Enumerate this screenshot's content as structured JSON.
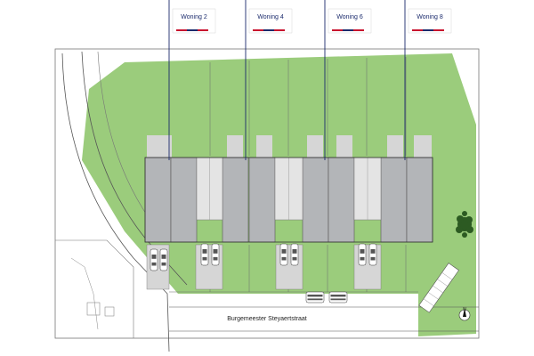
{
  "plan": {
    "colors": {
      "lawn": "#9bcc7c",
      "house_roof": "#b3b5b8",
      "paving": "#d6d6d6",
      "road": "#ffffff",
      "flag_stripe_red": "#c8102e",
      "flag_stripe_blue": "#1a2a6c",
      "tree": "#2c5a22"
    },
    "flags": [
      {
        "label": "Woning 2"
      },
      {
        "label": "Woning 4"
      },
      {
        "label": "Woning 6"
      },
      {
        "label": "Woning 8"
      }
    ],
    "street_name": "Burgemeester Steyaertstraat",
    "compass_label": "N",
    "icons": [
      "north-arrow-icon",
      "tree-icon",
      "car-icon"
    ]
  }
}
